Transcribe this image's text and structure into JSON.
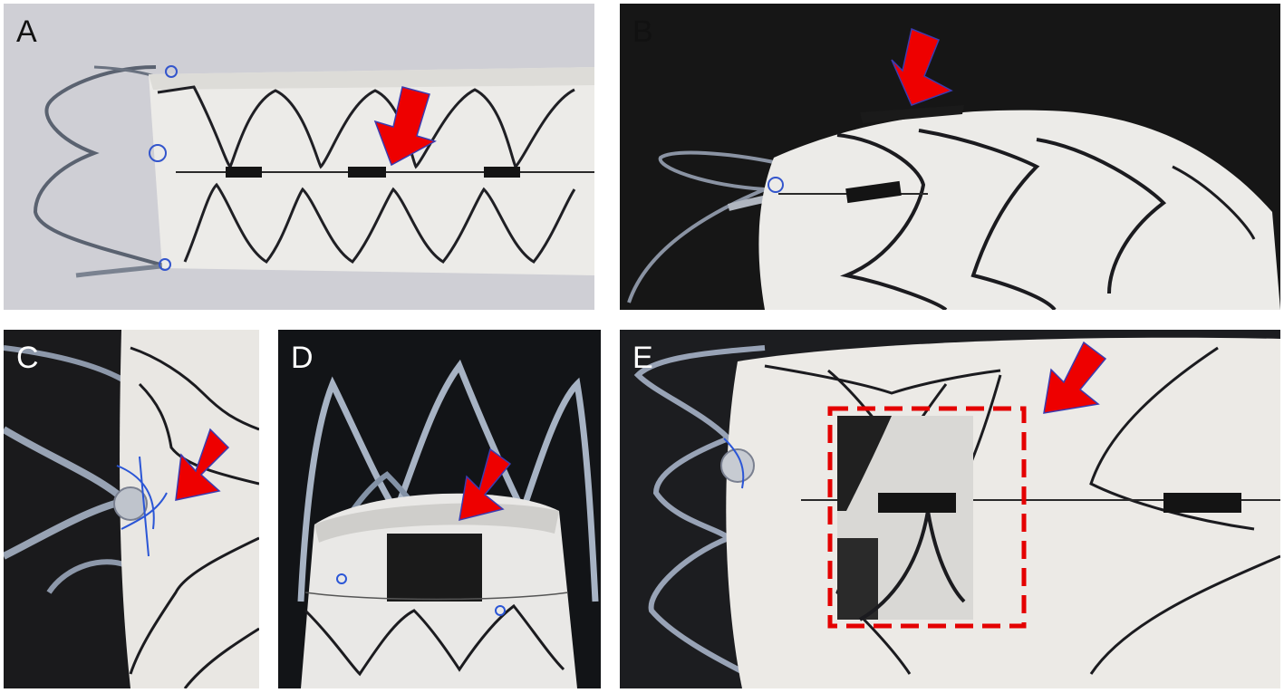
{
  "panels": {
    "a": {
      "label": "A"
    },
    "b": {
      "label": "B"
    },
    "c": {
      "label": "C"
    },
    "d": {
      "label": "D"
    },
    "e": {
      "label": "E"
    }
  },
  "colors": {
    "arrow": "#ee0000",
    "box": "#e40000",
    "fabric": "#ecebe8",
    "wire": "#1b1b1f",
    "suture": "#2b56d6",
    "background_dark": "#151515",
    "background_light": "#cfcfd4"
  }
}
